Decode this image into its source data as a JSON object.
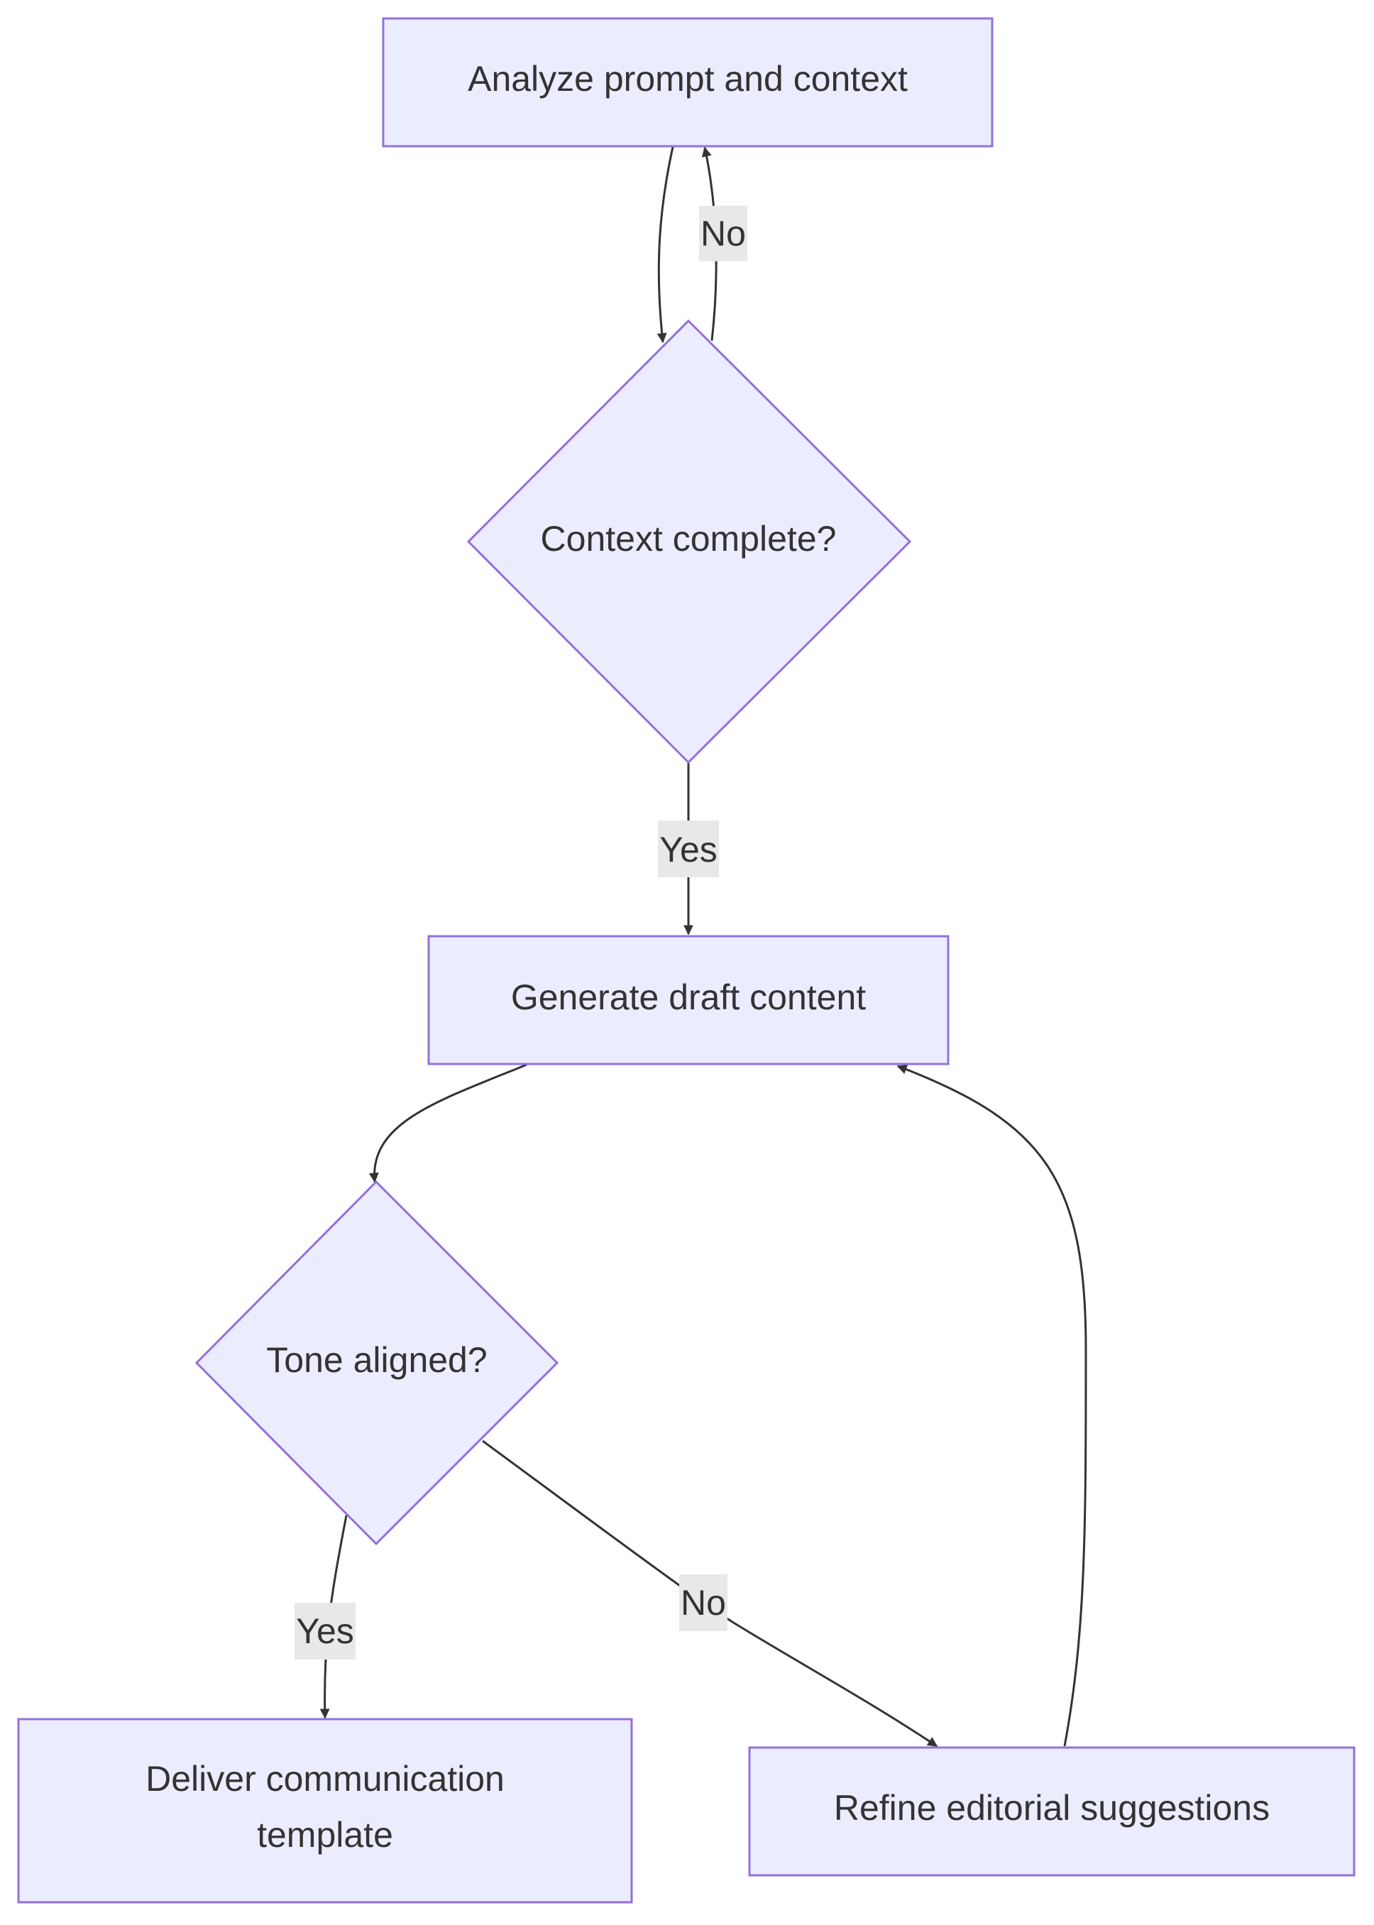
{
  "diagram": {
    "nodes": {
      "analyze": {
        "label": "Analyze prompt and context"
      },
      "context_check": {
        "label": "Context complete?"
      },
      "generate": {
        "label": "Generate draft content"
      },
      "tone_check": {
        "label": "Tone aligned?"
      },
      "deliver": {
        "lines": [
          "Deliver communication",
          "template"
        ]
      },
      "refine": {
        "label": "Refine editorial suggestions"
      }
    },
    "edges": {
      "context_no": "No",
      "context_yes": "Yes",
      "tone_yes": "Yes",
      "tone_no": "No"
    },
    "colors": {
      "node_fill": "#ECECFF",
      "node_stroke": "#9370DB",
      "edge_stroke": "#333333",
      "label_background": "#E8E8E8",
      "text": "#333333"
    }
  }
}
